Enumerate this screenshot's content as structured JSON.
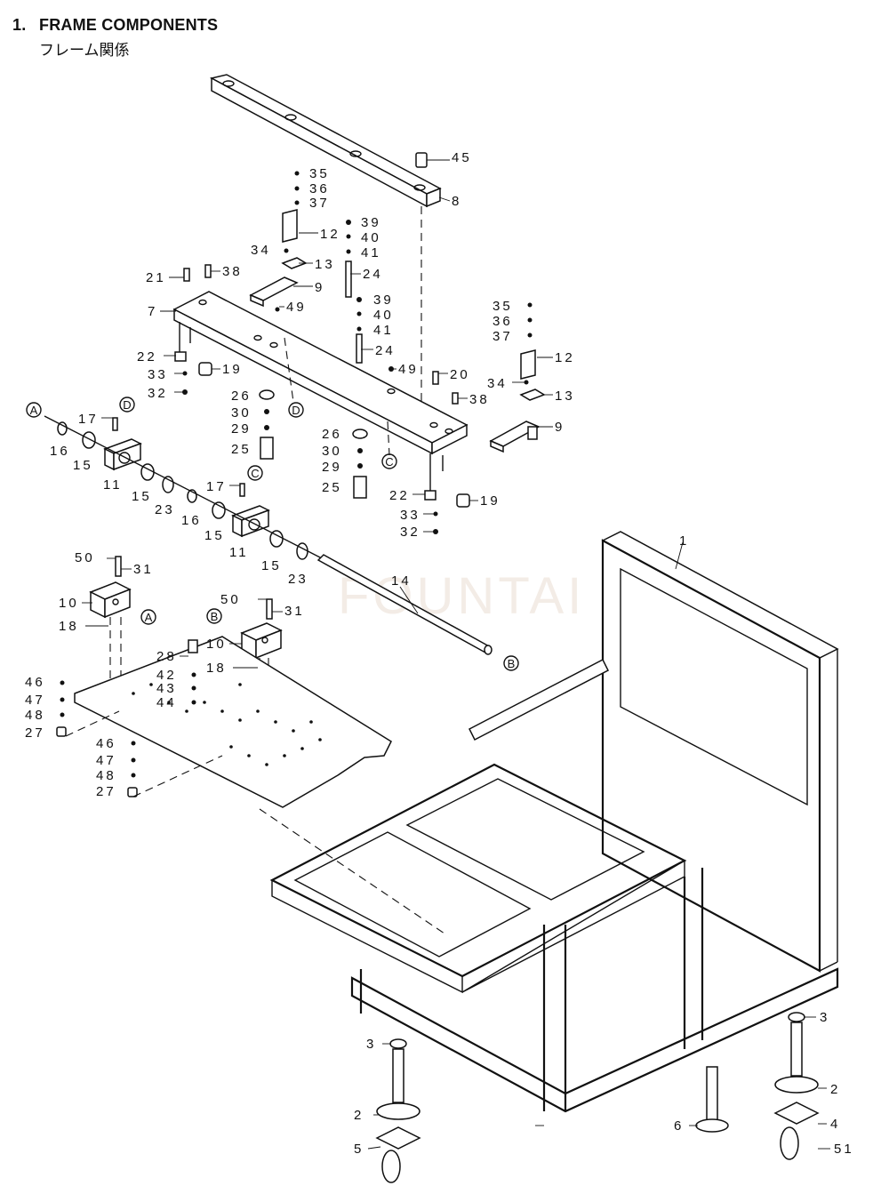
{
  "header": {
    "number": "1.",
    "title": "FRAME COMPONENTS",
    "subtitle": "フレーム関係"
  },
  "watermark": "FOUNTAI",
  "callouts": [
    {
      "id": "c45",
      "label": "45"
    },
    {
      "id": "c8",
      "label": "8"
    },
    {
      "id": "c35a",
      "label": "35"
    },
    {
      "id": "c36a",
      "label": "36"
    },
    {
      "id": "c37a",
      "label": "37"
    },
    {
      "id": "c39a",
      "label": "39"
    },
    {
      "id": "c12a",
      "label": "12"
    },
    {
      "id": "c40a",
      "label": "40"
    },
    {
      "id": "c34a",
      "label": "34"
    },
    {
      "id": "c41a",
      "label": "41"
    },
    {
      "id": "c13a",
      "label": "13"
    },
    {
      "id": "c24a",
      "label": "24"
    },
    {
      "id": "c21",
      "label": "21"
    },
    {
      "id": "c38a",
      "label": "38"
    },
    {
      "id": "c9a",
      "label": "9"
    },
    {
      "id": "c39b",
      "label": "39"
    },
    {
      "id": "c7",
      "label": "7"
    },
    {
      "id": "c49a",
      "label": "49"
    },
    {
      "id": "c40b",
      "label": "40"
    },
    {
      "id": "c41b",
      "label": "41"
    },
    {
      "id": "c35b",
      "label": "35"
    },
    {
      "id": "c36b",
      "label": "36"
    },
    {
      "id": "c37b",
      "label": "37"
    },
    {
      "id": "c22a",
      "label": "22"
    },
    {
      "id": "c24b",
      "label": "24"
    },
    {
      "id": "c19a",
      "label": "19"
    },
    {
      "id": "c12b",
      "label": "12"
    },
    {
      "id": "c49b",
      "label": "49"
    },
    {
      "id": "c20",
      "label": "20"
    },
    {
      "id": "c33a",
      "label": "33"
    },
    {
      "id": "c34b",
      "label": "34"
    },
    {
      "id": "c13b",
      "label": "13"
    },
    {
      "id": "c32a",
      "label": "32"
    },
    {
      "id": "c26a",
      "label": "26"
    },
    {
      "id": "c38b",
      "label": "38"
    },
    {
      "id": "c30a",
      "label": "30"
    },
    {
      "id": "c17a",
      "label": "17"
    },
    {
      "id": "c9b",
      "label": "9"
    },
    {
      "id": "c29a",
      "label": "29"
    },
    {
      "id": "c26b",
      "label": "26"
    },
    {
      "id": "c25a",
      "label": "25"
    },
    {
      "id": "c16a",
      "label": "16"
    },
    {
      "id": "c30b",
      "label": "30"
    },
    {
      "id": "c15a",
      "label": "15"
    },
    {
      "id": "c29b",
      "label": "29"
    },
    {
      "id": "c11a",
      "label": "11"
    },
    {
      "id": "c15b",
      "label": "15"
    },
    {
      "id": "c25b",
      "label": "25"
    },
    {
      "id": "c17b",
      "label": "17"
    },
    {
      "id": "c23a",
      "label": "23"
    },
    {
      "id": "c16b",
      "label": "16"
    },
    {
      "id": "c22b",
      "label": "22"
    },
    {
      "id": "c19b",
      "label": "19"
    },
    {
      "id": "c15c",
      "label": "15"
    },
    {
      "id": "c33b",
      "label": "33"
    },
    {
      "id": "c32b",
      "label": "32"
    },
    {
      "id": "c11b",
      "label": "11"
    },
    {
      "id": "c1",
      "label": "1"
    },
    {
      "id": "c15d",
      "label": "15"
    },
    {
      "id": "c50a",
      "label": "50"
    },
    {
      "id": "c23b",
      "label": "23"
    },
    {
      "id": "c31a",
      "label": "31"
    },
    {
      "id": "c14",
      "label": "14"
    },
    {
      "id": "c10a",
      "label": "10"
    },
    {
      "id": "c50b",
      "label": "50"
    },
    {
      "id": "c31b",
      "label": "31"
    },
    {
      "id": "c18a",
      "label": "18"
    },
    {
      "id": "c10b",
      "label": "10"
    },
    {
      "id": "c28",
      "label": "28"
    },
    {
      "id": "c18b",
      "label": "18"
    },
    {
      "id": "c46a",
      "label": "46"
    },
    {
      "id": "c42",
      "label": "42"
    },
    {
      "id": "c47a",
      "label": "47"
    },
    {
      "id": "c43",
      "label": "43"
    },
    {
      "id": "c48a",
      "label": "48"
    },
    {
      "id": "c44",
      "label": "44"
    },
    {
      "id": "c27a",
      "label": "27"
    },
    {
      "id": "c46b",
      "label": "46"
    },
    {
      "id": "c47b",
      "label": "47"
    },
    {
      "id": "c48b",
      "label": "48"
    },
    {
      "id": "c27b",
      "label": "27"
    },
    {
      "id": "c3a",
      "label": "3"
    },
    {
      "id": "c3b",
      "label": "3"
    },
    {
      "id": "c2a",
      "label": "2"
    },
    {
      "id": "c2b",
      "label": "2"
    },
    {
      "id": "c4",
      "label": "4"
    },
    {
      "id": "c6",
      "label": "6"
    },
    {
      "id": "c5",
      "label": "5"
    },
    {
      "id": "c51",
      "label": "51"
    }
  ],
  "reference_markers": [
    {
      "id": "mA1",
      "label": "A"
    },
    {
      "id": "mD1",
      "label": "D"
    },
    {
      "id": "mD2",
      "label": "D"
    },
    {
      "id": "mC1",
      "label": "C"
    },
    {
      "id": "mC2",
      "label": "C"
    },
    {
      "id": "mA2",
      "label": "A"
    },
    {
      "id": "mB1",
      "label": "B"
    },
    {
      "id": "mB2",
      "label": "B"
    }
  ]
}
